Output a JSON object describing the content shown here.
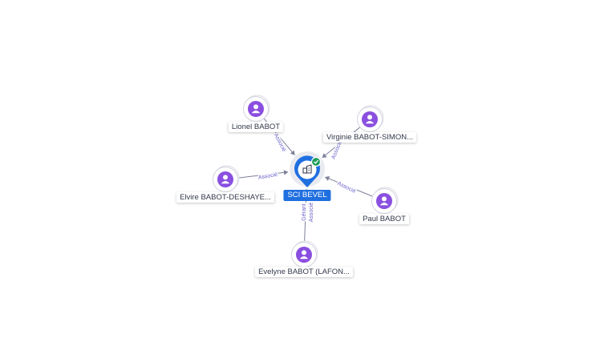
{
  "colors": {
    "person_icon": "#8a4fe0",
    "company_pin": "#1f6fe0",
    "active_badge": "#1e9e5a",
    "edge": "#7c7f99",
    "edge_label": "#6b63c9"
  },
  "center": {
    "name": "SCI BEVEL",
    "icon": "company-building-icon",
    "status_icon": "check-icon"
  },
  "nodes": [
    {
      "id": "lionel",
      "name": "Lionel BABOT",
      "icon": "person-icon"
    },
    {
      "id": "virginie",
      "name": "Virginie BABOT-SIMON...",
      "icon": "person-icon"
    },
    {
      "id": "elvire",
      "name": "Elvire BABOT-DESHAYE...",
      "icon": "person-icon"
    },
    {
      "id": "paul",
      "name": "Paul BABOT",
      "icon": "person-icon"
    },
    {
      "id": "evelyne",
      "name": "Evelyne BABOT (LAFON...",
      "icon": "person-icon"
    }
  ],
  "edges": [
    {
      "from": "lionel",
      "labels": [
        "Associé"
      ]
    },
    {
      "from": "virginie",
      "labels": [
        "Associé"
      ]
    },
    {
      "from": "elvire",
      "labels": [
        "Associé"
      ]
    },
    {
      "from": "paul",
      "labels": [
        "Associé"
      ]
    },
    {
      "from": "evelyne",
      "labels": [
        "Gérant",
        "Associé"
      ]
    }
  ]
}
